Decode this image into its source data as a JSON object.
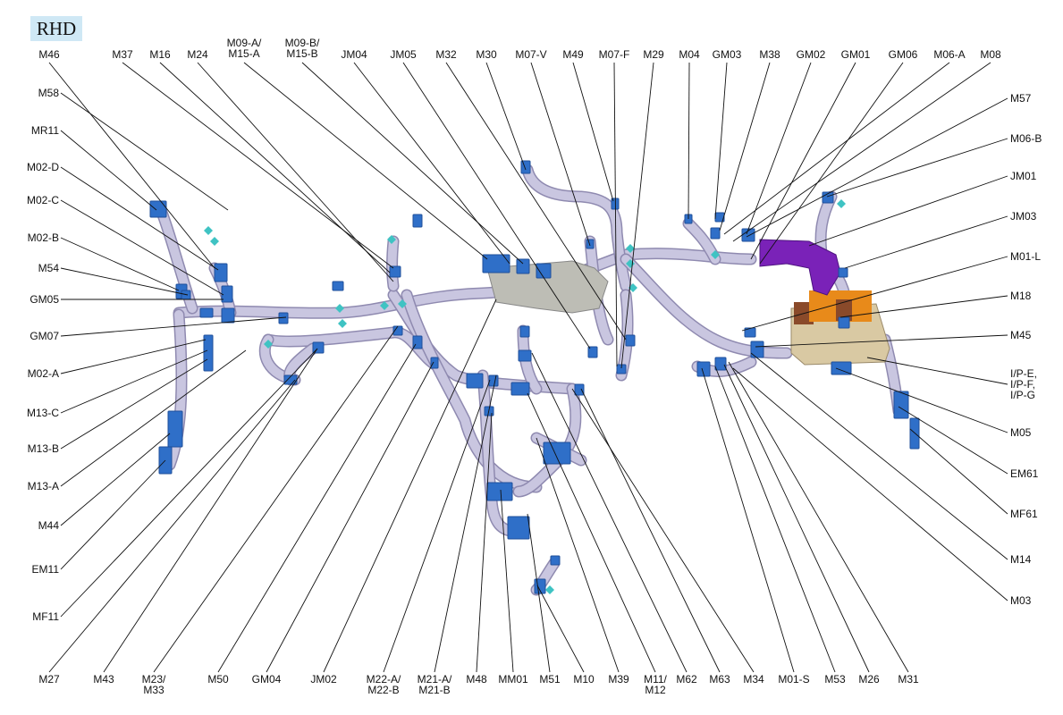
{
  "badge": "RHD",
  "labels_top": [
    {
      "lines": [
        "M46"
      ]
    },
    {
      "lines": [
        "M37"
      ]
    },
    {
      "lines": [
        "M16"
      ]
    },
    {
      "lines": [
        "M24"
      ]
    },
    {
      "lines": [
        "M09-A/",
        "M15-A"
      ]
    },
    {
      "lines": [
        "M09-B/",
        "M15-B"
      ]
    },
    {
      "lines": [
        "JM04"
      ]
    },
    {
      "lines": [
        "JM05"
      ]
    },
    {
      "lines": [
        "M32"
      ]
    },
    {
      "lines": [
        "M30"
      ]
    },
    {
      "lines": [
        "M07-V"
      ]
    },
    {
      "lines": [
        "M49"
      ]
    },
    {
      "lines": [
        "M07-F"
      ]
    },
    {
      "lines": [
        "M29"
      ]
    },
    {
      "lines": [
        "M04"
      ]
    },
    {
      "lines": [
        "GM03"
      ]
    },
    {
      "lines": [
        "M38"
      ]
    },
    {
      "lines": [
        "GM02"
      ]
    },
    {
      "lines": [
        "GM01"
      ]
    },
    {
      "lines": [
        "GM06"
      ]
    },
    {
      "lines": [
        "M06-A"
      ]
    },
    {
      "lines": [
        "M08"
      ]
    }
  ],
  "labels_left": [
    {
      "lines": [
        "M58"
      ]
    },
    {
      "lines": [
        "MR11"
      ]
    },
    {
      "lines": [
        "M02-D"
      ]
    },
    {
      "lines": [
        "M02-C"
      ]
    },
    {
      "lines": [
        "M02-B"
      ]
    },
    {
      "lines": [
        "M54"
      ]
    },
    {
      "lines": [
        "GM05"
      ]
    },
    {
      "lines": [
        "GM07"
      ]
    },
    {
      "lines": [
        "M02-A"
      ]
    },
    {
      "lines": [
        "M13-C"
      ]
    },
    {
      "lines": [
        "M13-B"
      ]
    },
    {
      "lines": [
        "M13-A"
      ]
    },
    {
      "lines": [
        "M44"
      ]
    },
    {
      "lines": [
        "EM11"
      ]
    },
    {
      "lines": [
        "MF11"
      ]
    }
  ],
  "labels_right": [
    {
      "lines": [
        "M57"
      ]
    },
    {
      "lines": [
        "M06-B"
      ]
    },
    {
      "lines": [
        "JM01"
      ]
    },
    {
      "lines": [
        "JM03"
      ]
    },
    {
      "lines": [
        "M01-L"
      ]
    },
    {
      "lines": [
        "M18"
      ]
    },
    {
      "lines": [
        "M45"
      ]
    },
    {
      "lines": [
        "I/P-E,",
        "I/P-F,",
        "I/P-G"
      ]
    },
    {
      "lines": [
        "M05"
      ]
    },
    {
      "lines": [
        "EM61"
      ]
    },
    {
      "lines": [
        "MF61"
      ]
    },
    {
      "lines": [
        "M14"
      ]
    },
    {
      "lines": [
        "M03"
      ]
    }
  ],
  "labels_bottom": [
    {
      "lines": [
        "M27"
      ]
    },
    {
      "lines": [
        "M43"
      ]
    },
    {
      "lines": [
        "M23/",
        "M33"
      ]
    },
    {
      "lines": [
        "M50"
      ]
    },
    {
      "lines": [
        "GM04"
      ]
    },
    {
      "lines": [
        "JM02"
      ]
    },
    {
      "lines": [
        "M22-A/",
        "M22-B"
      ]
    },
    {
      "lines": [
        "M21-A/",
        "M21-B"
      ]
    },
    {
      "lines": [
        "M48"
      ]
    },
    {
      "lines": [
        "MM01"
      ]
    },
    {
      "lines": [
        "M51"
      ]
    },
    {
      "lines": [
        "M10"
      ]
    },
    {
      "lines": [
        "M39"
      ]
    },
    {
      "lines": [
        "M11/",
        "M12"
      ]
    },
    {
      "lines": [
        "M62"
      ]
    },
    {
      "lines": [
        "M63"
      ]
    },
    {
      "lines": [
        "M34"
      ]
    },
    {
      "lines": [
        "M01-S"
      ]
    },
    {
      "lines": [
        "M53"
      ]
    },
    {
      "lines": [
        "M26"
      ]
    },
    {
      "lines": [
        "M31"
      ]
    }
  ],
  "colors": {
    "harness": "#c9c6e0",
    "harness_edge": "#8f8ab0",
    "connector": "#2f6fc8",
    "connector_dark": "#1f4f9a",
    "clip": "#3fc3c3",
    "bracket": "#bdbdb5",
    "fusebox": "#d9c9a3",
    "relay_orange": "#e88a1a",
    "relay_brown": "#8a4a2a",
    "purple_duct": "#7a22b8",
    "leader": "#111111"
  }
}
